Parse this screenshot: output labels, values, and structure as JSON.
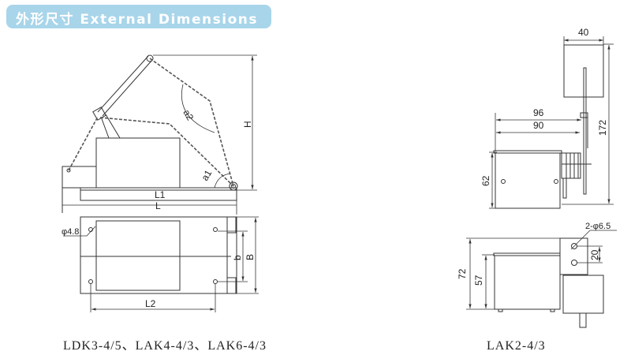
{
  "header": {
    "title": "外形尺寸 External Dimensions",
    "bg_color": "#a8d5ea"
  },
  "left_drawing": {
    "labels": {
      "L1": "L1",
      "L": "L",
      "H": "H",
      "a1": "a1",
      "a2": "a2",
      "L2": "L2",
      "b": "b",
      "B": "B",
      "hole": "φ4.8"
    },
    "caption": "LDK3-4/5、LAK4-4/3、LAK6-4/3"
  },
  "right_drawing": {
    "labels": {
      "w40": "40",
      "d96": "96",
      "d90": "90",
      "h172": "172",
      "h62": "62",
      "h72": "72",
      "h57": "57",
      "d20": "20",
      "holes": "2-φ6.5"
    },
    "caption": "LAK2-4/3"
  }
}
